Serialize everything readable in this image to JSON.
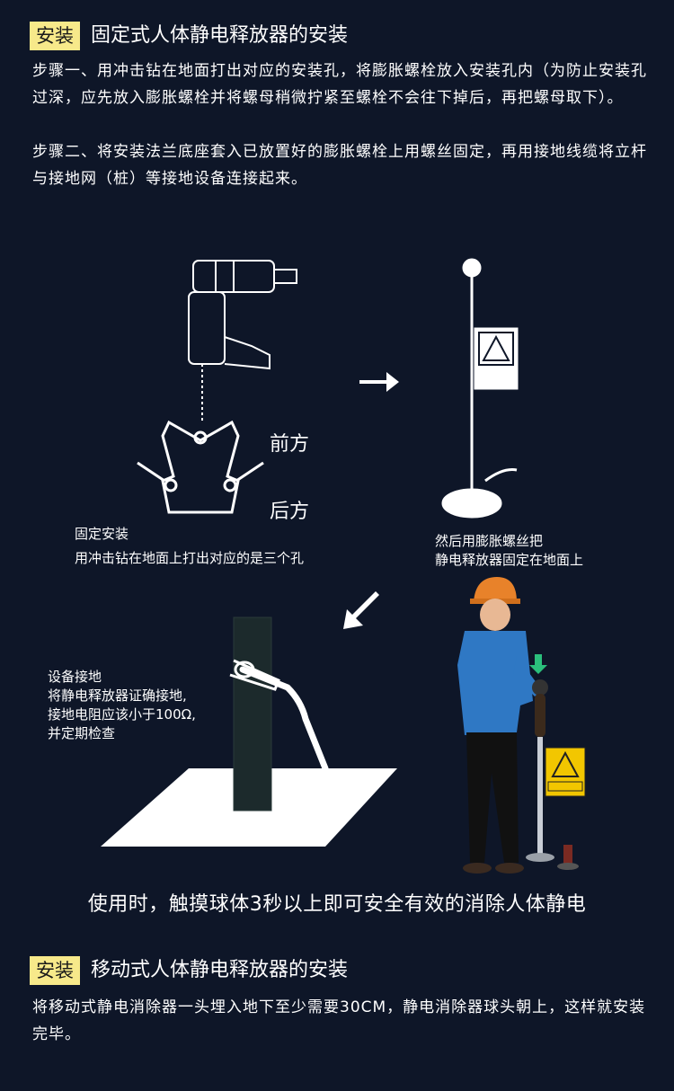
{
  "section1": {
    "tag": "安装",
    "title": "固定式人体静电释放器的安装",
    "step1": "步骤一、用冲击钻在地面打出对应的安装孔，将膨胀螺栓放入安装孔内（为防止安装孔过深，应先放入膨胀螺栓并将螺母稍微拧紧至螺栓不会往下掉后，再把螺母取下）。",
    "step2": "步骤二、将安装法兰底座套入已放置好的膨胀螺栓上用螺丝固定，再用接地线缆将立杆与接地网（桩）等接地设备连接起来。"
  },
  "figure": {
    "front_label": "前方",
    "back_label": "后方",
    "caption1_line1": "固定安装",
    "caption1_line2": "用冲击钻在地面上打出对应的是三个孔",
    "caption2_line1": "然后用膨胀螺丝把",
    "caption2_line2": "静电释放器固定在地面上",
    "caption3_line1": "设备接地",
    "caption3_line2": "将静电释放器证确接地,",
    "caption3_line3": "接地电阻应该小于100Ω,",
    "caption3_line4": "并定期检查"
  },
  "usage_note": "使用时，触摸球体3秒以上即可安全有效的消除人体静电",
  "section2": {
    "tag": "安装",
    "title": "移动式人体静电释放器的安装",
    "text": "将移动式静电消除器一头埋入地下至少需要30CM，静电消除器球头朝上，这样就安装完毕。"
  },
  "colors": {
    "background": "#0e1628",
    "tag_bg": "#f7e98a",
    "sign_yellow": "#f2c600",
    "helmet_orange": "#e8822a",
    "shirt_blue": "#2f78c4"
  },
  "icons": [
    "drill-icon",
    "arrow-right-icon",
    "arrow-down-left-icon",
    "pole-icon",
    "warning-sign-icon",
    "worker-icon",
    "grounding-plate-icon"
  ]
}
